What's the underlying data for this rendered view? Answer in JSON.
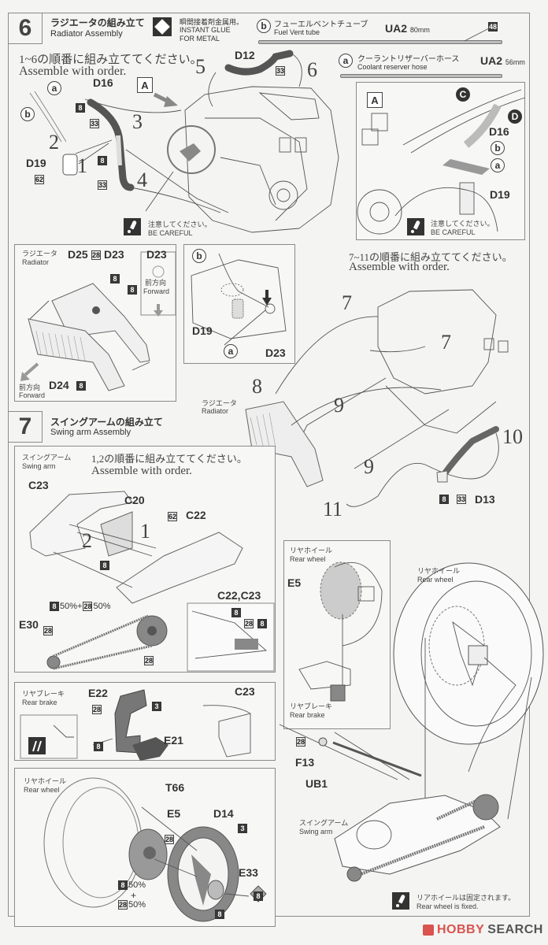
{
  "step6": {
    "number": "6",
    "title_jp": "ラジエータの組み立て",
    "title_en": "Radiator Assembly",
    "glue_icon": "diamond-glue-icon",
    "glue_jp": "瞬間接着剤金属用。",
    "glue_en_1": "INSTANT GLUE",
    "glue_en_2": "FOR METAL",
    "tube_b": {
      "marker": "b",
      "name_jp": "フューエルベントチューブ",
      "name_en": "Fuel Vent tube",
      "part": "UA2",
      "length": "80mm",
      "paint": "48"
    },
    "tube_a": {
      "marker": "a",
      "name_jp": "クーラントリザーバーホース",
      "name_en": "Coolant reserver hose",
      "part": "UA2",
      "length": "56mm"
    },
    "order_note_jp": "1~6の順番に組み立ててください。",
    "order_note_en": "Assemble with order.",
    "main_labels": {
      "a": "a",
      "b": "b",
      "d16": "D16",
      "d19": "D19",
      "d12": "D12",
      "view_a": "A",
      "paint_8": "8",
      "paint_33": "33",
      "paint_62": "62",
      "n1": "1",
      "n2": "2",
      "n3": "3",
      "n4": "4",
      "n5": "5",
      "n6": "6"
    },
    "caution_jp": "注意してください。",
    "caution_en": "BE CAREFUL",
    "detail_a": {
      "label": "A",
      "c": "C",
      "d": "D",
      "d16": "D16",
      "b": "b",
      "a": "a",
      "d19": "D19",
      "caution_jp": "注意してください。",
      "caution_en": "BE CAREFUL"
    },
    "radiator_box": {
      "title_jp": "ラジエータ",
      "title_en": "Radiator",
      "d25": "D25",
      "paint_28": "28",
      "d23": "D23",
      "paint_8": "8",
      "inset_d23": "D23",
      "forward_jp": "前方向",
      "forward_en": "Forward",
      "d24": "D24",
      "forward2_jp": "前方向",
      "forward2_en": "Forward"
    },
    "hose_detail": {
      "b": "b",
      "d19": "D19",
      "a": "a",
      "d23": "D23"
    },
    "order2_jp": "7~11の順番に組み立ててください。",
    "order2_en": "Assemble with order.",
    "radiator_jp": "ラジエータ",
    "radiator_en": "Radiator",
    "order2_nums": {
      "n7a": "7",
      "n7b": "7",
      "n8": "8",
      "n9a": "9",
      "n9b": "9",
      "n10": "10",
      "n11": "11"
    },
    "d13": "D13",
    "d13_paint_8": "8",
    "d13_paint_33": "33"
  },
  "step7": {
    "number": "7",
    "title_jp": "スイングアームの組み立て",
    "title_en": "Swing arm Assembly",
    "swingarm_jp": "スイングアーム",
    "swingarm_en": "Swing arm",
    "order_jp": "1,2の順番に組み立ててください。",
    "order_en": "Assemble with order.",
    "c23": "C23",
    "c20": "C20",
    "c22": "C22",
    "paint_62": "62",
    "paint_8": "8",
    "n1": "1",
    "n2": "2",
    "chain_mix": "50%+",
    "chain_mix_2": "50%",
    "chain_paint_a": "8",
    "chain_paint_b": "28",
    "e30": "E30",
    "e30_paint": "28",
    "sprocket_paint": "28",
    "inset_title": "C22,C23",
    "inset_paints": [
      "8",
      "28",
      "8"
    ],
    "rear_brake": {
      "title_jp": "リヤブレーキ",
      "title_en": "Rear brake",
      "e22": "E22",
      "paint_28": "28",
      "paint_3": "3",
      "paint_8": "8",
      "e21": "E21",
      "c23": "C23"
    },
    "rear_wheel": {
      "title_jp": "リヤホイール",
      "title_en": "Rear wheel",
      "t66": "T66",
      "e5": "E5",
      "d14": "D14",
      "paint_3": "3",
      "paint_28": "28",
      "mix_a": "8",
      "mix_a_pct": "50%",
      "plus": "+",
      "mix_b": "28",
      "mix_b_pct": "50%",
      "e33": "E33",
      "e33_paint": "8",
      "hub_paint": "8"
    },
    "right_detail": {
      "wheel_jp": "リヤホイール",
      "wheel_en": "Rear wheel",
      "e5": "E5",
      "brake_jp": "リヤブレーキ",
      "brake_en": "Rear brake",
      "wheel2_jp": "リヤホイール",
      "wheel2_en": "Rear wheel",
      "paint_28": "28",
      "f13": "F13",
      "ub1": "UB1",
      "swingarm_jp": "スイングアーム",
      "swingarm_en": "Swing arm",
      "note_jp": "リアホイールは固定されます。",
      "note_en": "Rear wheel is fixed."
    }
  },
  "watermark": {
    "brand_a": "HOBBY",
    "brand_b": "SEARCH",
    "color_a": "#d9534f",
    "color_b": "#555555"
  }
}
